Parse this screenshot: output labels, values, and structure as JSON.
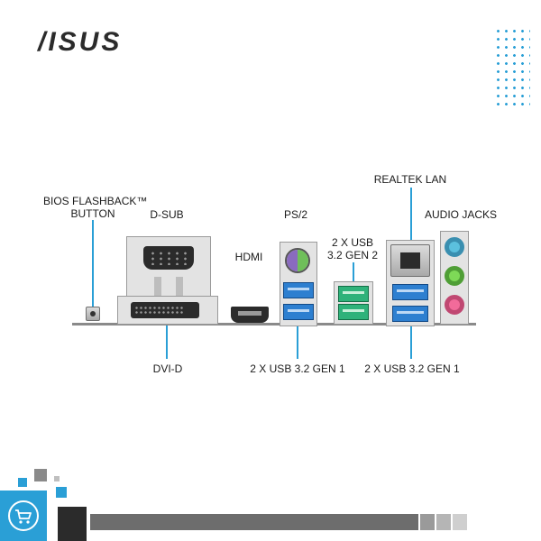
{
  "brand": {
    "logo_text": "/ISUS"
  },
  "labels": {
    "bios_flashback": "BIOS FLASHBACK™",
    "bios_button": "BUTTON",
    "dsub": "D-SUB",
    "ps2": "PS/2",
    "usb_gen2_line1": "2 X USB",
    "usb_gen2_line2": "3.2 GEN 2",
    "realtek_lan": "REALTEK LAN",
    "audio_jacks": "AUDIO JACKS",
    "hdmi": "HDMI",
    "dvi_d": "DVI-D",
    "usb_gen1_a": "2 X USB 3.2 GEN 1",
    "usb_gen1_b": "2 X USB 3.2 GEN 1"
  },
  "colors": {
    "accent": "#2a9fd6",
    "usb_gen1": "#2d7fd0",
    "usb_gen2": "#2fb27a",
    "audio_blue": "#5bc0de",
    "audio_green": "#7ed957",
    "audio_pink": "#f26b9a",
    "ps2_purple": "#8a6bbf",
    "ps2_green": "#6fbf5a"
  },
  "icons": {
    "cart": "shopping-cart-icon"
  }
}
